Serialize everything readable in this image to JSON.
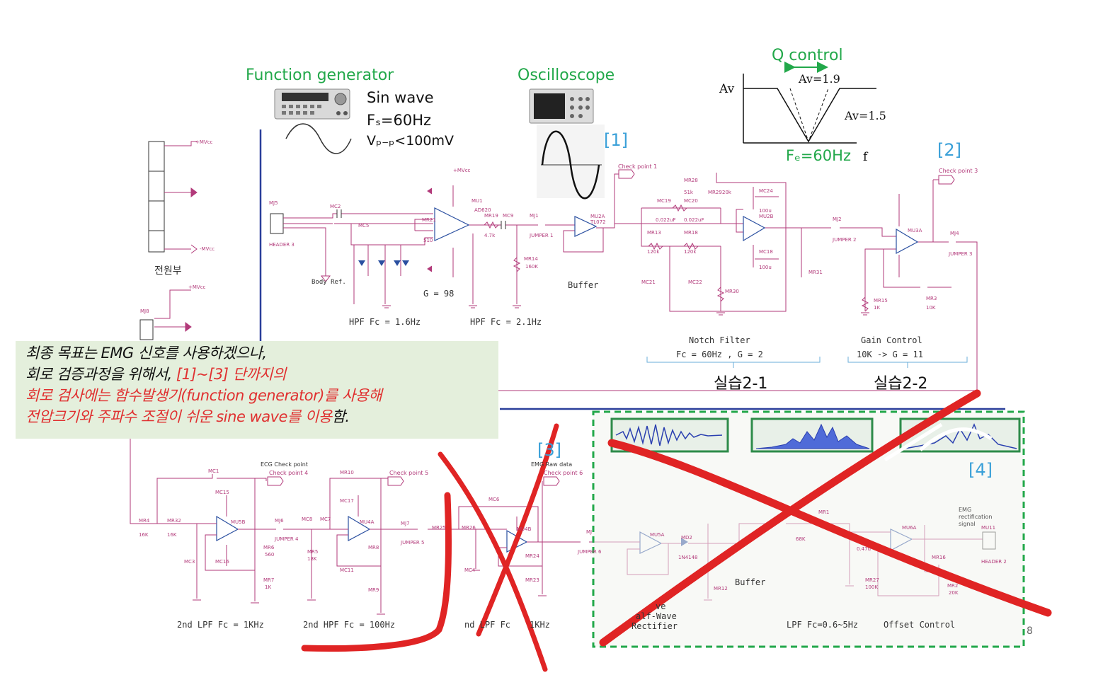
{
  "function_generator": {
    "title": "Function generator",
    "signal": "Sin wave",
    "freq": "Fₛ=60Hz",
    "amplitude": "Vₚ₋ₚ<100mV"
  },
  "oscilloscope": {
    "title": "Oscilloscope"
  },
  "q_plot": {
    "title": "Q control",
    "y_axis": "Av",
    "x_axis": "f",
    "gain_top": "Av=1.9",
    "gain_side": "Av=1.5",
    "fc": "Fₑ=60Hz"
  },
  "markers": {
    "m1": "[1]",
    "m2": "[2]",
    "m3": "[3]",
    "m4": "[4]"
  },
  "stages_top": {
    "power": "전원부",
    "body_ref": "Body Ref.",
    "gain_98": "G = 98",
    "hpf1": "HPF Fc = 1.6Hz",
    "hpf2": "HPF Fc = 2.1Hz",
    "buffer": "Buffer",
    "notch_title": "Notch Filter",
    "notch_params": "Fc = 60Hz , G = 2",
    "gain_title": "Gain Control",
    "gain_params": "10K -> G = 11",
    "lab1": "실습2-1",
    "lab2": "실습2-2"
  },
  "stages_bottom": {
    "lpf1": "2nd LPF Fc = 1KHz",
    "hpf100": "2nd HPF Fc = 100Hz",
    "lpf2": "nd LPF Fc",
    "lpf2b": "1KHz",
    "buffer": "Buffer",
    "rect1": "ve",
    "rect2": "alf-Wave",
    "rect3": "Rectifier",
    "lpf_env": "LPF Fc=0.6~5Hz",
    "offset": "Offset Control",
    "ecg_check": "ECG Check point",
    "emg_raw": "EMG Raw data",
    "emg_rect": "EMG rectification signal"
  },
  "check_points": {
    "cp1": "Check point 1",
    "cp3": "Check point 3",
    "cp4": "Check point 4",
    "cp5": "Check point 5",
    "cp6": "Check point 6"
  },
  "components": {
    "mj5": "MJ5",
    "header3": "HEADER 3",
    "mc2": "MC2",
    "mc5": "MC5",
    "mr21": "MR21",
    "r510": "510",
    "mu1": "MU1",
    "ad620": "AD620",
    "mr19": "MR19",
    "r47k": "4.7k",
    "mc9": "MC9",
    "mj1": "MJ1",
    "jumper1": "JUMPER 1",
    "mr14": "MR14",
    "r160k": "160K",
    "mu2a": "MU2A",
    "tl072": "TL072",
    "mr28": "MR28",
    "r51k": "51k",
    "mr29": "MR29",
    "r20k": "20k",
    "mc19": "MC19",
    "mc20": "MC20",
    "c022": "0.022uF",
    "mr13": "MR13",
    "mr18": "MR18",
    "r120k": "120k",
    "mc21": "MC21",
    "mc22": "MC22",
    "mr30": "MR30",
    "mc24": "MC24",
    "c100u": "100u",
    "mu2b": "MU2B",
    "mc18": "MC18",
    "mr31": "MR31",
    "mj2": "MJ2",
    "jumper2": "JUMPER 2",
    "mu3a": "MU3A",
    "mj4": "MJ4",
    "jumper3": "JUMPER 3",
    "mr15": "MR15",
    "r1k": "1K",
    "mr3": "MR3",
    "r10k": "10K",
    "mvcc_p": "+MVcc",
    "mvcc_n": "-MVcc",
    "mj8": "MJ8",
    "mc1": "MC1",
    "mr4": "MR4",
    "r16k": "16K",
    "mr32": "MR32",
    "mc3": "MC3",
    "mc15": "MC15",
    "mc16": "MC16",
    "mu5b": "MU5B",
    "mj6": "MJ6",
    "jumper4": "JUMPER 4",
    "mr6": "MR6",
    "r560": "560",
    "mr7": "MR7",
    "mc8": "MC8",
    "mc7": "MC7",
    "mr10": "MR10",
    "mc17": "MC17",
    "mu4a": "MU4A",
    "mr5": "MR5",
    "r18k": "18K",
    "mc11": "MC11",
    "mr8": "MR8",
    "mr9": "MR9",
    "mj7": "MJ7",
    "jumper5": "JUMPER 5",
    "mr25": "MR25",
    "mr26": "MR26",
    "mc6": "MC6",
    "mu4b": "MU4B",
    "mc4": "MC4",
    "mr24": "MR24",
    "mr23": "MR23",
    "mj9": "MJ",
    "jumper6": "JUMPER 6",
    "mu5a": "MU5A",
    "md2": "MD2",
    "d1n4148": "1N4148",
    "mr1": "MR1",
    "r68k": "68K",
    "mr12": "MR12",
    "c047": "0.47u",
    "mu6a": "MU6A",
    "mr16": "MR16",
    "mr27": "MR27",
    "r100k": "100K",
    "mr2": "MR2",
    "r20k2": "20K",
    "mu11": "MU11",
    "header2": "HEADER 2"
  },
  "note": {
    "l1": "최종 목표는 EMG 신호를 사용하겠으나,",
    "l2a": "회로 검증과정을 위해서, ",
    "l2b": "[1]~[3] 단까지의",
    "l3": "회로 검사에는 함수발생기(function generator)를 사용해",
    "l4a": "전압크기와 주파수 조절이 쉬운 sine wave를 이용",
    "l4b": "함."
  },
  "page_number": "8",
  "colors": {
    "green": "#22a84a",
    "cyan": "#3aa0d8",
    "red": "#e03030",
    "wire": "#b23a7a",
    "box": "#22a84a",
    "note_bg": "#e4efdc"
  }
}
